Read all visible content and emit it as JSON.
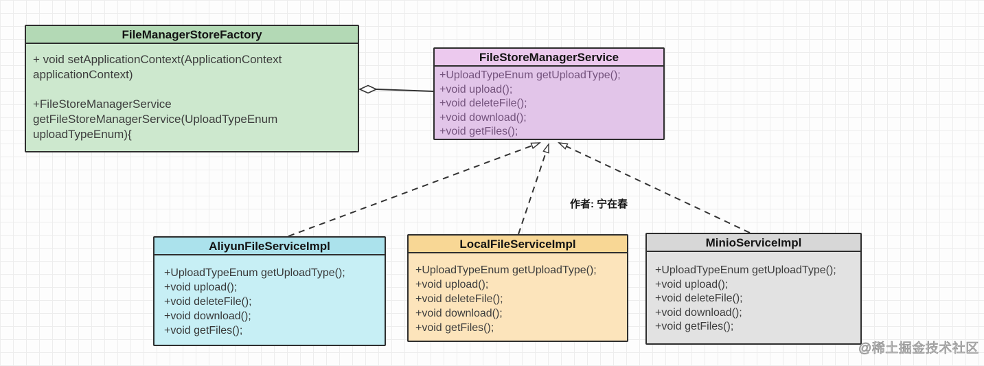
{
  "author_label": "作者: 宁在春",
  "watermark": "@稀土掘金技术社区",
  "classes": [
    {
      "title": "FileManagerStoreFactory",
      "paragraphs": [
        "+ void setApplicationContext(ApplicationContext applicationContext)",
        "+FileStoreManagerService getFileStoreManagerService(UploadTypeEnum uploadTypeEnum){"
      ],
      "header_bg": "#b3d9b5",
      "body_bg": "#cde8ce",
      "text_color": "#3c3c3c"
    },
    {
      "title": "FileStoreManagerService",
      "methods": [
        "+UploadTypeEnum getUploadType();",
        "+void upload();",
        "+void deleteFile();",
        "+void download();",
        "+void getFiles();"
      ],
      "header_bg": "#ecc9ee",
      "body_bg": "#e2c5e9",
      "text_color": "#74537d"
    },
    {
      "title": "AliyunFileServiceImpl",
      "methods": [
        "+UploadTypeEnum getUploadType();",
        "+void upload();",
        "+void deleteFile();",
        "+void download();",
        "+void getFiles();"
      ],
      "header_bg": "#abe2ec",
      "body_bg": "#c7eff5",
      "text_color": "#383838"
    },
    {
      "title": "LocalFileServiceImpl",
      "methods": [
        "+UploadTypeEnum getUploadType();",
        "+void upload();",
        "+void deleteFile();",
        "+void download();",
        "+void getFiles();"
      ],
      "header_bg": "#f8d795",
      "body_bg": "#fce4bb",
      "text_color": "#3d3d3d"
    },
    {
      "title": "MinioServiceImpl",
      "methods": [
        "+UploadTypeEnum getUploadType();",
        "+void upload();",
        "+void deleteFile();",
        "+void download();",
        "+void getFiles();"
      ],
      "header_bg": "#d7d7d7",
      "body_bg": "#e2e2e2",
      "text_color": "#3d3d3d"
    }
  ],
  "relations": [
    {
      "type": "aggregation",
      "from": "FileManagerStoreFactory",
      "to": "FileStoreManagerService"
    },
    {
      "type": "realization",
      "from": "AliyunFileServiceImpl",
      "to": "FileStoreManagerService"
    },
    {
      "type": "realization",
      "from": "LocalFileServiceImpl",
      "to": "FileStoreManagerService"
    },
    {
      "type": "realization",
      "from": "MinioServiceImpl",
      "to": "FileStoreManagerService"
    }
  ],
  "connector_color": "#333333"
}
